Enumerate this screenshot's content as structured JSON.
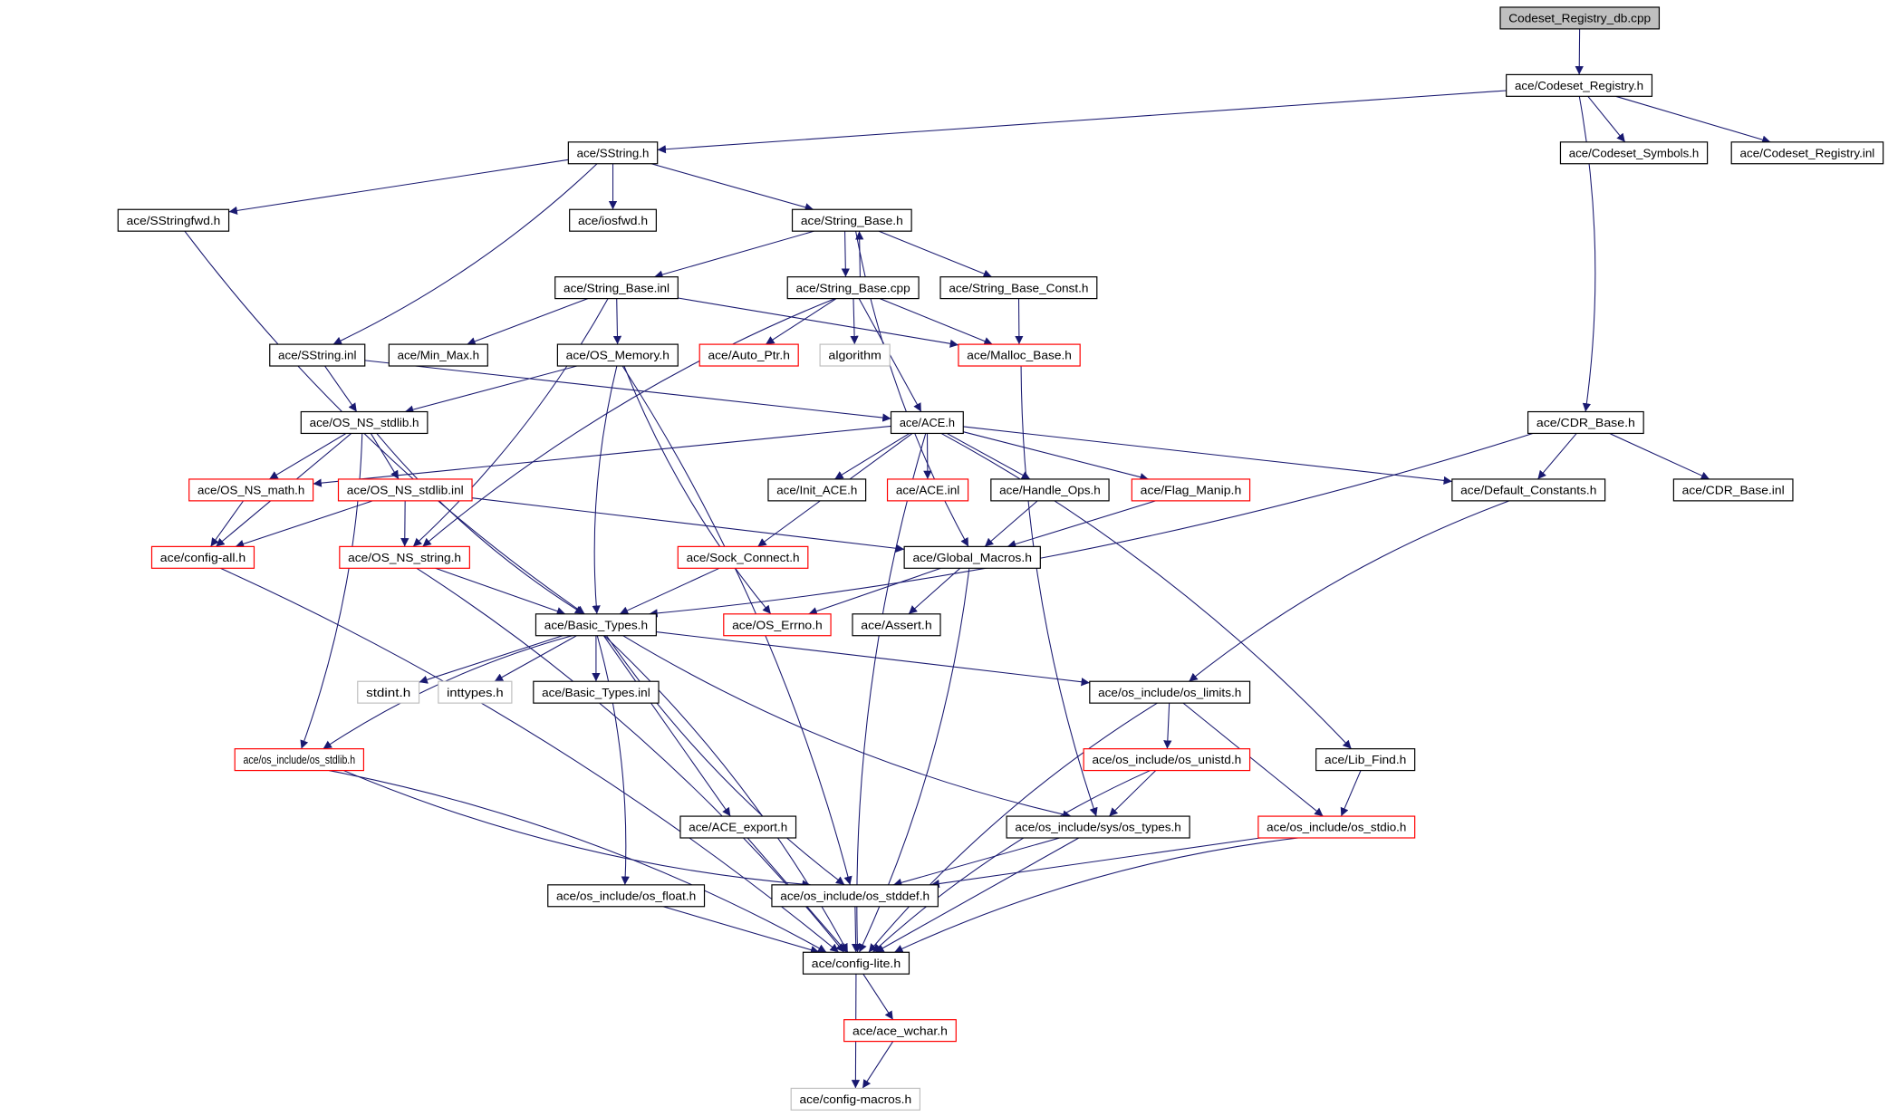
{
  "colors": {
    "edge": "#191970",
    "normal_border": "#000000",
    "missing_border": "#ff0000",
    "external_border": "#bfbfbf",
    "root_fill": "#bfbfbf"
  },
  "nodes": [
    {
      "label": "Codeset_Registry_db.cpp",
      "kind": "root"
    },
    {
      "label": "ace/Codeset_Registry.h",
      "kind": "normal"
    },
    {
      "label": "ace/SString.h",
      "kind": "normal"
    },
    {
      "label": "ace/Codeset_Symbols.h",
      "kind": "normal"
    },
    {
      "label": "ace/Codeset_Registry.inl",
      "kind": "normal"
    },
    {
      "label": "ace/SStringfwd.h",
      "kind": "normal"
    },
    {
      "label": "ace/iosfwd.h",
      "kind": "normal"
    },
    {
      "label": "ace/String_Base.h",
      "kind": "normal"
    },
    {
      "label": "ace/String_Base.inl",
      "kind": "normal"
    },
    {
      "label": "ace/String_Base.cpp",
      "kind": "normal"
    },
    {
      "label": "ace/String_Base_Const.h",
      "kind": "normal"
    },
    {
      "label": "ace/SString.inl",
      "kind": "normal"
    },
    {
      "label": "ace/Min_Max.h",
      "kind": "normal"
    },
    {
      "label": "ace/OS_Memory.h",
      "kind": "normal"
    },
    {
      "label": "ace/Auto_Ptr.h",
      "kind": "missing"
    },
    {
      "label": "algorithm",
      "kind": "external"
    },
    {
      "label": "ace/Malloc_Base.h",
      "kind": "missing"
    },
    {
      "label": "ace/OS_NS_stdlib.h",
      "kind": "normal"
    },
    {
      "label": "ace/ACE.h",
      "kind": "normal"
    },
    {
      "label": "ace/CDR_Base.h",
      "kind": "normal"
    },
    {
      "label": "ace/OS_NS_math.h",
      "kind": "missing"
    },
    {
      "label": "ace/OS_NS_stdlib.inl",
      "kind": "missing"
    },
    {
      "label": "ace/Init_ACE.h",
      "kind": "normal"
    },
    {
      "label": "ace/ACE.inl",
      "kind": "missing"
    },
    {
      "label": "ace/Handle_Ops.h",
      "kind": "normal"
    },
    {
      "label": "ace/Flag_Manip.h",
      "kind": "missing"
    },
    {
      "label": "ace/Default_Constants.h",
      "kind": "normal"
    },
    {
      "label": "ace/CDR_Base.inl",
      "kind": "normal"
    },
    {
      "label": "ace/config-all.h",
      "kind": "missing"
    },
    {
      "label": "ace/OS_NS_string.h",
      "kind": "missing"
    },
    {
      "label": "ace/Sock_Connect.h",
      "kind": "missing"
    },
    {
      "label": "ace/Global_Macros.h",
      "kind": "normal"
    },
    {
      "label": "ace/Basic_Types.h",
      "kind": "normal"
    },
    {
      "label": "ace/OS_Errno.h",
      "kind": "missing"
    },
    {
      "label": "ace/Assert.h",
      "kind": "normal"
    },
    {
      "label": "stdint.h",
      "kind": "external"
    },
    {
      "label": "inttypes.h",
      "kind": "external"
    },
    {
      "label": "ace/Basic_Types.inl",
      "kind": "normal"
    },
    {
      "label": "ace/os_include/os_limits.h",
      "kind": "normal"
    },
    {
      "label": "ace/os_include/os_stdlib.h",
      "kind": "missing"
    },
    {
      "label": "ace/os_include/os_unistd.h",
      "kind": "missing"
    },
    {
      "label": "ace/Lib_Find.h",
      "kind": "normal"
    },
    {
      "label": "ace/ACE_export.h",
      "kind": "normal"
    },
    {
      "label": "ace/os_include/sys/os_types.h",
      "kind": "normal"
    },
    {
      "label": "ace/os_include/os_stdio.h",
      "kind": "missing"
    },
    {
      "label": "ace/os_include/os_float.h",
      "kind": "normal"
    },
    {
      "label": "ace/os_include/os_stddef.h",
      "kind": "normal"
    },
    {
      "label": "ace/config-lite.h",
      "kind": "normal"
    },
    {
      "label": "ace/ace_wchar.h",
      "kind": "missing"
    },
    {
      "label": "ace/config-macros.h",
      "kind": "external"
    }
  ],
  "edges": [
    [
      0,
      1
    ],
    [
      1,
      2
    ],
    [
      1,
      3
    ],
    [
      1,
      4
    ],
    [
      1,
      19
    ],
    [
      2,
      5
    ],
    [
      2,
      6
    ],
    [
      2,
      7
    ],
    [
      2,
      11
    ],
    [
      5,
      32
    ],
    [
      7,
      8
    ],
    [
      7,
      9
    ],
    [
      7,
      10
    ],
    [
      7,
      31
    ],
    [
      9,
      7
    ],
    [
      8,
      12
    ],
    [
      8,
      13
    ],
    [
      8,
      16
    ],
    [
      8,
      29
    ],
    [
      9,
      14
    ],
    [
      9,
      15
    ],
    [
      9,
      16
    ],
    [
      9,
      18
    ],
    [
      9,
      29
    ],
    [
      10,
      16
    ],
    [
      16,
      43
    ],
    [
      11,
      17
    ],
    [
      11,
      18
    ],
    [
      13,
      17
    ],
    [
      13,
      32
    ],
    [
      13,
      46
    ],
    [
      13,
      33
    ],
    [
      17,
      20
    ],
    [
      17,
      21
    ],
    [
      17,
      28
    ],
    [
      17,
      32
    ],
    [
      17,
      39
    ],
    [
      18,
      20
    ],
    [
      18,
      22
    ],
    [
      18,
      23
    ],
    [
      18,
      24
    ],
    [
      18,
      25
    ],
    [
      18,
      26
    ],
    [
      18,
      30
    ],
    [
      18,
      41
    ],
    [
      18,
      47
    ],
    [
      19,
      26
    ],
    [
      19,
      27
    ],
    [
      19,
      32
    ],
    [
      21,
      28
    ],
    [
      21,
      29
    ],
    [
      21,
      31
    ],
    [
      20,
      28
    ],
    [
      24,
      31
    ],
    [
      25,
      31
    ],
    [
      26,
      38
    ],
    [
      28,
      47
    ],
    [
      29,
      32
    ],
    [
      29,
      47
    ],
    [
      30,
      32
    ],
    [
      31,
      33
    ],
    [
      31,
      34
    ],
    [
      31,
      47
    ],
    [
      32,
      35
    ],
    [
      32,
      36
    ],
    [
      32,
      37
    ],
    [
      32,
      38
    ],
    [
      32,
      39
    ],
    [
      32,
      42
    ],
    [
      32,
      43
    ],
    [
      32,
      45
    ],
    [
      32,
      46
    ],
    [
      32,
      47
    ],
    [
      38,
      40
    ],
    [
      38,
      44
    ],
    [
      38,
      47
    ],
    [
      40,
      43
    ],
    [
      40,
      47
    ],
    [
      41,
      44
    ],
    [
      39,
      46
    ],
    [
      39,
      47
    ],
    [
      42,
      47
    ],
    [
      43,
      46
    ],
    [
      43,
      47
    ],
    [
      44,
      46
    ],
    [
      44,
      47
    ],
    [
      45,
      47
    ],
    [
      46,
      47
    ],
    [
      47,
      48
    ],
    [
      47,
      49
    ],
    [
      48,
      49
    ]
  ]
}
